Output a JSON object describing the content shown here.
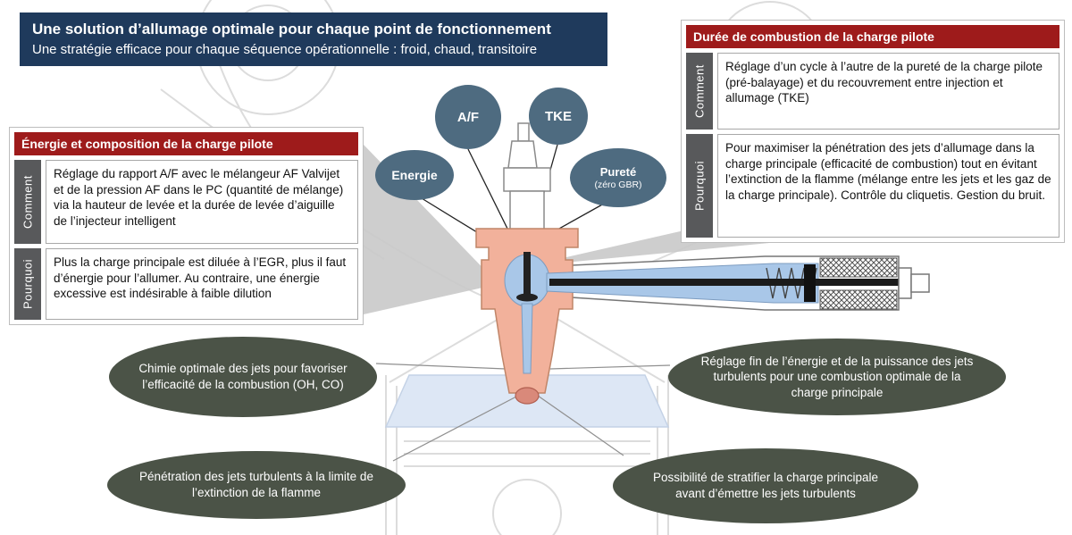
{
  "title_box": {
    "title": "Une solution d’allumage optimale pour chaque point de fonctionnement",
    "subtitle": "Une stratégie efficace pour chaque séquence opérationnelle : froid, chaud, transitoire"
  },
  "left_panel": {
    "header": "Énergie et composition de la charge pilote",
    "rows": [
      {
        "label": "Comment",
        "text": "Réglage du rapport A/F avec le mélangeur AF Valvijet et de la pression AF dans le PC (quantité de mélange) via la hauteur de levée et la durée de levée d’aiguille de l’injecteur intelligent"
      },
      {
        "label": "Pourquoi",
        "text": "Plus la charge principale est diluée à l’EGR, plus il faut d’énergie pour l’allumer. Au contraire, une énergie excessive est indésirable à faible dilution"
      }
    ]
  },
  "right_panel": {
    "header": "Durée de combustion de la charge pilote",
    "rows": [
      {
        "label": "Comment",
        "text": "Réglage d’un cycle à l’autre de la pureté de la charge pilote (pré-balayage) et du recouvrement entre injection et allumage (TKE)"
      },
      {
        "label": "Pourquoi",
        "text": "Pour maximiser la pénétration des jets d’allumage dans la charge principale (efficacité de combustion) tout en évitant l’extinction de la flamme (mélange entre les jets et les gaz de la charge principale). Contrôle du cliquetis. Gestion du bruit."
      }
    ]
  },
  "bubbles": [
    {
      "label": "A/F"
    },
    {
      "label": "TKE"
    },
    {
      "label": "Energie"
    },
    {
      "label": "Pureté",
      "sub": "(zéro GBR)"
    }
  ],
  "callouts": [
    "Chimie optimale des jets pour favoriser l’efficacité de la combustion (OH, CO)",
    "Réglage fin de l’énergie et de la puissance des jets turbulents pour une combustion optimale de la charge principale",
    "Pénétration des jets turbulents à la limite de l’extinction de la flamme",
    "Possibilité de stratifier la charge principale avant d’émettre les jets turbulents"
  ],
  "colors": {
    "title_bg": "#1f3a5c",
    "panel_header_bg": "#9e1b1b",
    "row_label_bg": "#58595b",
    "bubble_bg": "#4e6b80",
    "callout_bg": "#4b5347",
    "prechamber_salmon": "#f2b19b",
    "fuel_blue": "#a9c7e8",
    "piston_blue": "#dde7f5",
    "beam_gray": "#c9c9c9"
  }
}
